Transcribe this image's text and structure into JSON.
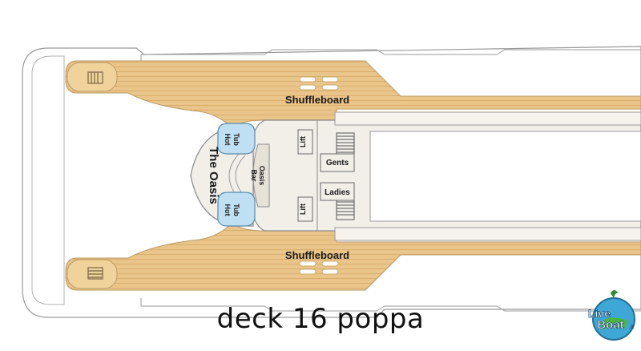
{
  "labels": {
    "shuffleboard_top": "Shuffleboard",
    "shuffleboard_bottom": "Shuffleboard",
    "oasis": "The Oasis",
    "hot_tub_top": [
      "Hot",
      "Tub"
    ],
    "hot_tub_bottom": [
      "Hot",
      "Tub"
    ],
    "oasis_bar": [
      "Oasis",
      "Bar"
    ],
    "lift_top": "Lift",
    "lift_bottom": "Lift",
    "gents": "Gents",
    "ladies": "Ladies"
  },
  "caption": "deck 16 poppa",
  "logo": {
    "word1": "Live",
    "word2": "Boat",
    "suffix": ".it"
  },
  "colors": {
    "deck_wood": "#eac58a",
    "deck_lines": "#d9ae6c",
    "structure": "#f2efe9",
    "hull_outline": "#9a9a9a",
    "hot_tub": "#bfe0f2",
    "text": "#1a1a1a"
  }
}
